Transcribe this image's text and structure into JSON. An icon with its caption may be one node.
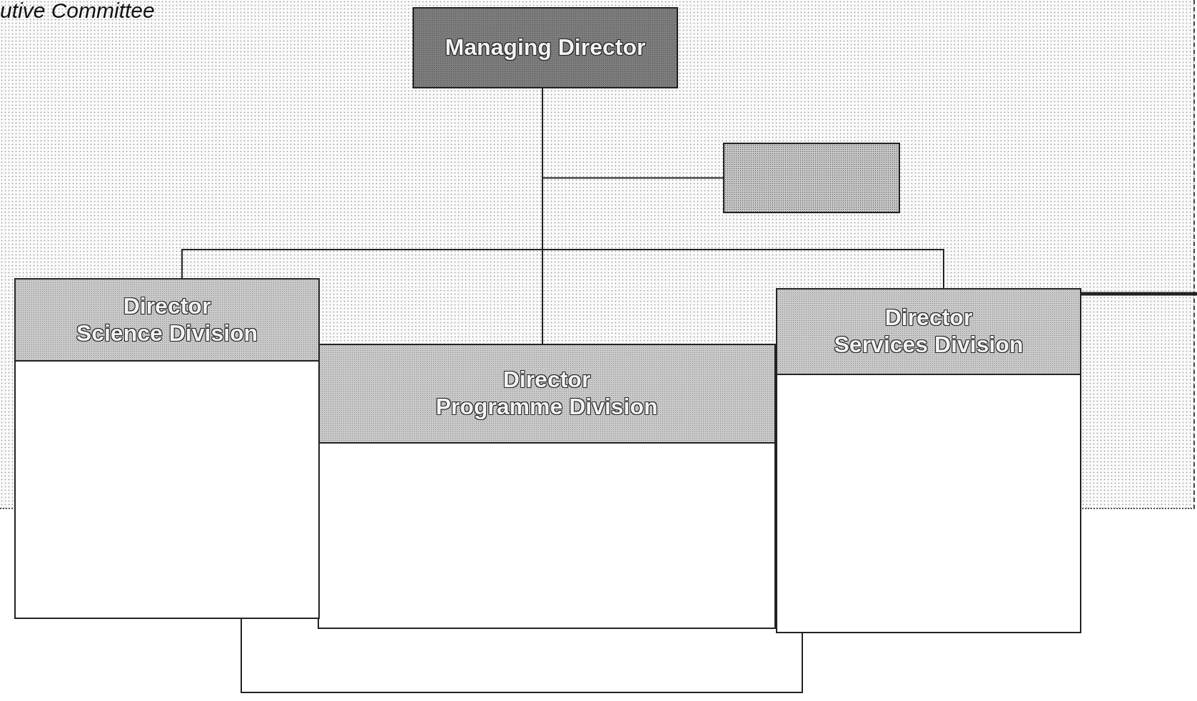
{
  "diagram": {
    "nodes": [
      {
        "text": [
          "Managing Director"
        ]
      },
      {
        "text": [],
        "shape": "box"
      },
      {
        "text": [
          "Director",
          "Science Division"
        ]
      },
      {
        "text": [
          "Director",
          "Programme Division"
        ]
      },
      {
        "text": [
          "Director",
          "Services Division"
        ]
      }
    ],
    "edges": [
      {
        "from": 0,
        "to": 2,
        "arrow": "none"
      },
      {
        "from": 0,
        "to": 3,
        "arrow": "none"
      },
      {
        "from": 0,
        "to": 4,
        "arrow": "none"
      },
      {
        "from": 0,
        "to": 1,
        "arrow": "none"
      },
      {
        "from": 4,
        "to": null,
        "arrow": "none",
        "style": "thick"
      }
    ],
    "labels": [
      "utive Committee"
    ]
  }
}
